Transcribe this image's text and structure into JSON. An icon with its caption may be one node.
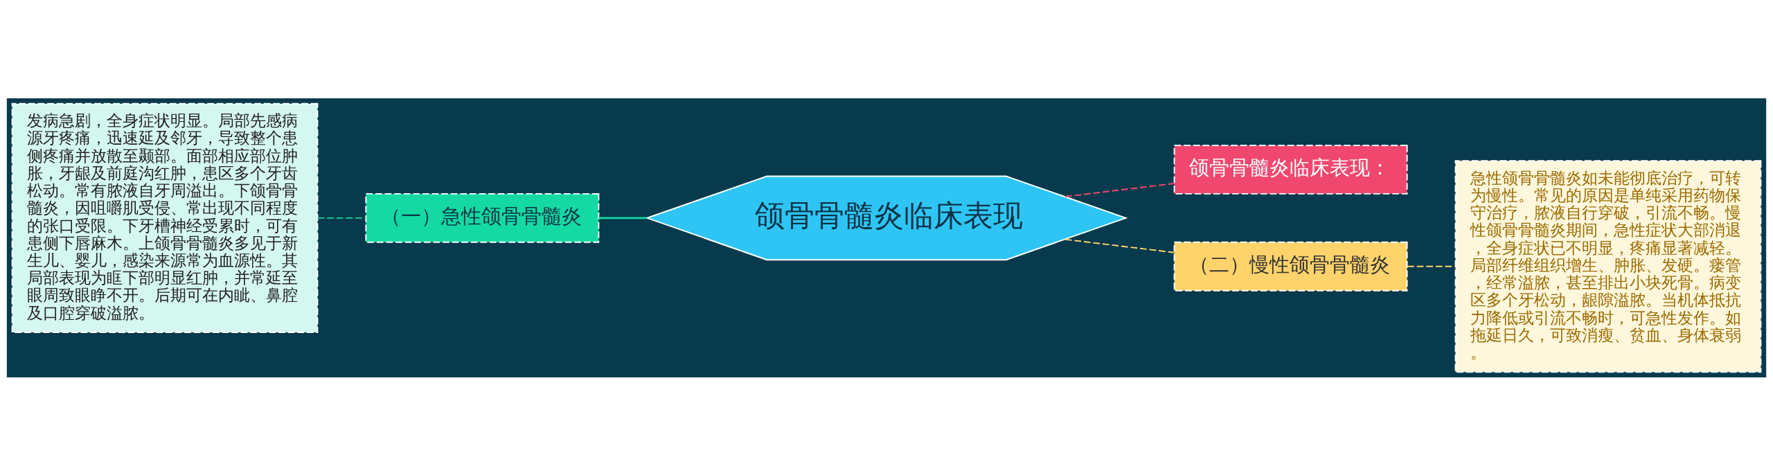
{
  "diagram": {
    "nodes": [
      {
        "text": [
          "颌骨骨髓炎临床表现"
        ]
      },
      {
        "text": [
          "（一）急性颌骨骨髓炎"
        ]
      },
      {
        "text": [
          "发病急剧，全身症状明显。局部先感病源牙疼痛，迅速延及邻牙，导致整个患侧疼痛并放散至颞部。面部相应部位肿胀，牙龈及前庭沟红肿，患区多个牙齿松动。常有脓液自牙周溢出。下颌骨骨髓炎，因咀嚼肌受侵、常出现不同程度的张口受限。下牙槽神经受累时，可有患侧下唇麻木。上颌骨骨髓炎多见于新生儿、婴儿，感染来源常为血源性。其局部表现为眶下部明显红肿，并常延至眼周致眼睁不开。后期可在内眦、鼻腔及口腔穿破溢脓。"
        ]
      },
      {
        "text": [
          "颌骨骨髓炎临床表现："
        ]
      },
      {
        "text": [
          "（二）慢性颌骨骨髓炎"
        ]
      },
      {
        "text": [
          "急性颌骨骨髓炎如未能彻底治疗，可转为慢性。常见的原因是单纯采用药物保守治疗，脓液自行穿破，引流不畅。慢性颌骨骨髓炎期间，急性症状大部消退，全身症状已不明显，疼痛显著减轻。局部纤维组织增生、肿胀、发硬。瘘管，经常溢脓，甚至排出小块死骨。病变区多个牙松动，龈隙溢脓。当机体抵抗力降低或引流不畅时，可急性发作。如拖延日久，可致消瘦、贫血、身体衰弱。"
        ]
      }
    ],
    "edges": [
      {
        "from": 1,
        "to": 0,
        "arrow": "none",
        "color": "#14d9a2"
      },
      {
        "from": 2,
        "to": 1,
        "arrow": "none",
        "style": "dashed",
        "color": "#14d9a2"
      },
      {
        "from": 0,
        "to": 3,
        "arrow": "none",
        "style": "dashed",
        "color": "#f0476f"
      },
      {
        "from": 0,
        "to": 4,
        "arrow": "none",
        "style": "dashed",
        "color": "#ffd36b"
      },
      {
        "from": 4,
        "to": 5,
        "arrow": "none",
        "style": "dashed",
        "color": "#ffd36b"
      }
    ]
  }
}
